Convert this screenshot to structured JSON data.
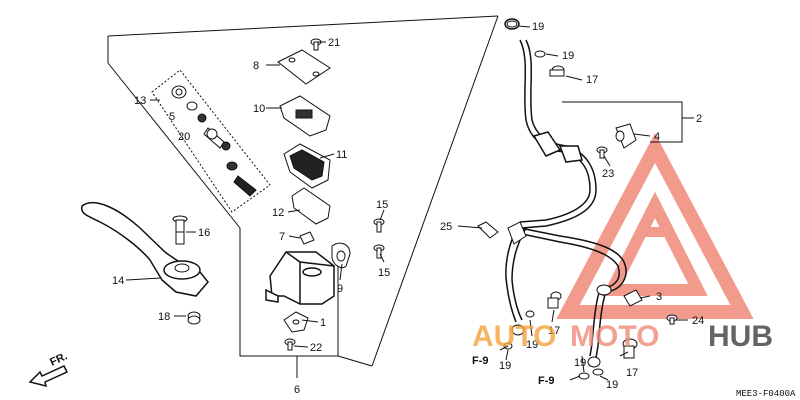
{
  "diagram": {
    "code": "MEE3-F0400",
    "code_suffix": "A",
    "front_marker": "FR.",
    "ref_marker": "F-9",
    "callouts": {
      "n1": "1",
      "n2": "2",
      "n3": "3",
      "n4": "4",
      "n5": "5",
      "n6": "6",
      "n7": "7",
      "n8": "8",
      "n9": "9",
      "n10": "10",
      "n11": "11",
      "n12": "12",
      "n13": "13",
      "n14": "14",
      "n15": "15",
      "n16": "16",
      "n17": "17",
      "n18": "18",
      "n19": "19",
      "n20": "20",
      "n21": "21",
      "n22": "22",
      "n23": "23",
      "n24": "24",
      "n25": "25"
    }
  },
  "watermark": {
    "word_auto": "AUTO",
    "word_moto": "MOTO",
    "word_hub": "HUB",
    "color_primary": "#f08a7a",
    "color_orange": "#f4a23a",
    "color_dark": "#4a4a4a"
  }
}
